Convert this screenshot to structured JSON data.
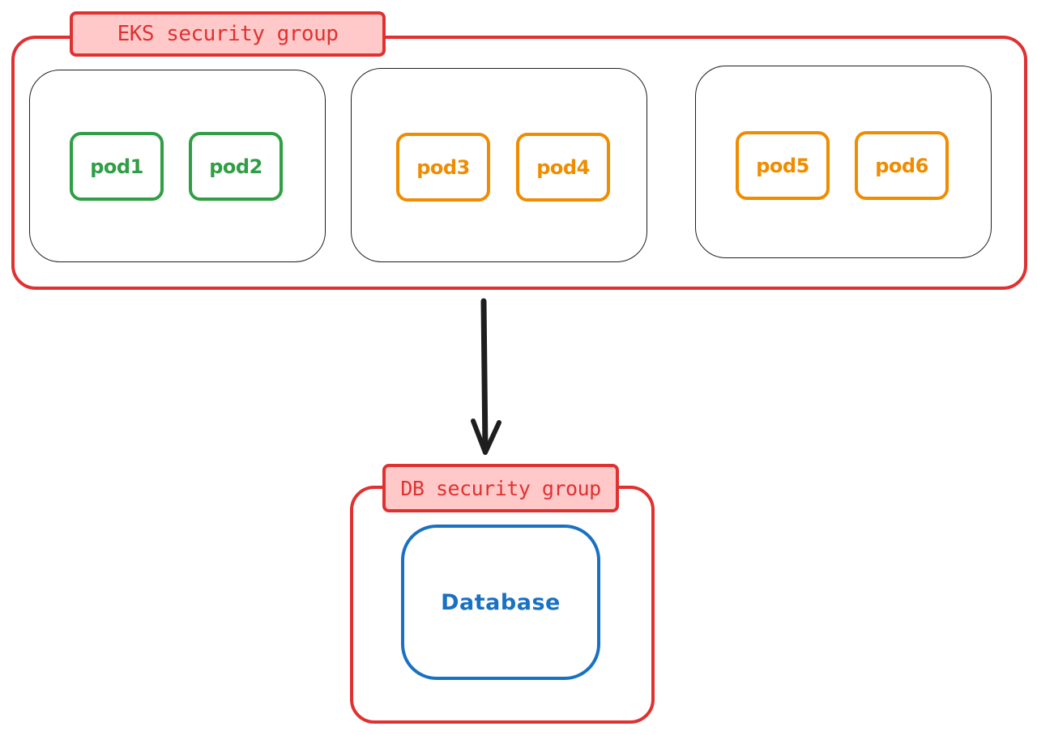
{
  "eks_group": {
    "label": "EKS security group",
    "color": "#e03131",
    "label_fill": "#ffc9c9"
  },
  "nodes": [
    {
      "pods": [
        {
          "label": "pod1",
          "color": "#2f9e44"
        },
        {
          "label": "pod2",
          "color": "#2f9e44"
        }
      ]
    },
    {
      "pods": [
        {
          "label": "pod3",
          "color": "#f08c00"
        },
        {
          "label": "pod4",
          "color": "#f08c00"
        }
      ]
    },
    {
      "pods": [
        {
          "label": "pod5",
          "color": "#f08c00"
        },
        {
          "label": "pod6",
          "color": "#f08c00"
        }
      ]
    }
  ],
  "connector": {
    "direction": "down",
    "color": "#1e1e1e"
  },
  "db_group": {
    "label": "DB security group",
    "color": "#e03131",
    "label_fill": "#ffc9c9"
  },
  "database": {
    "label": "Database",
    "color": "#1971c2"
  }
}
